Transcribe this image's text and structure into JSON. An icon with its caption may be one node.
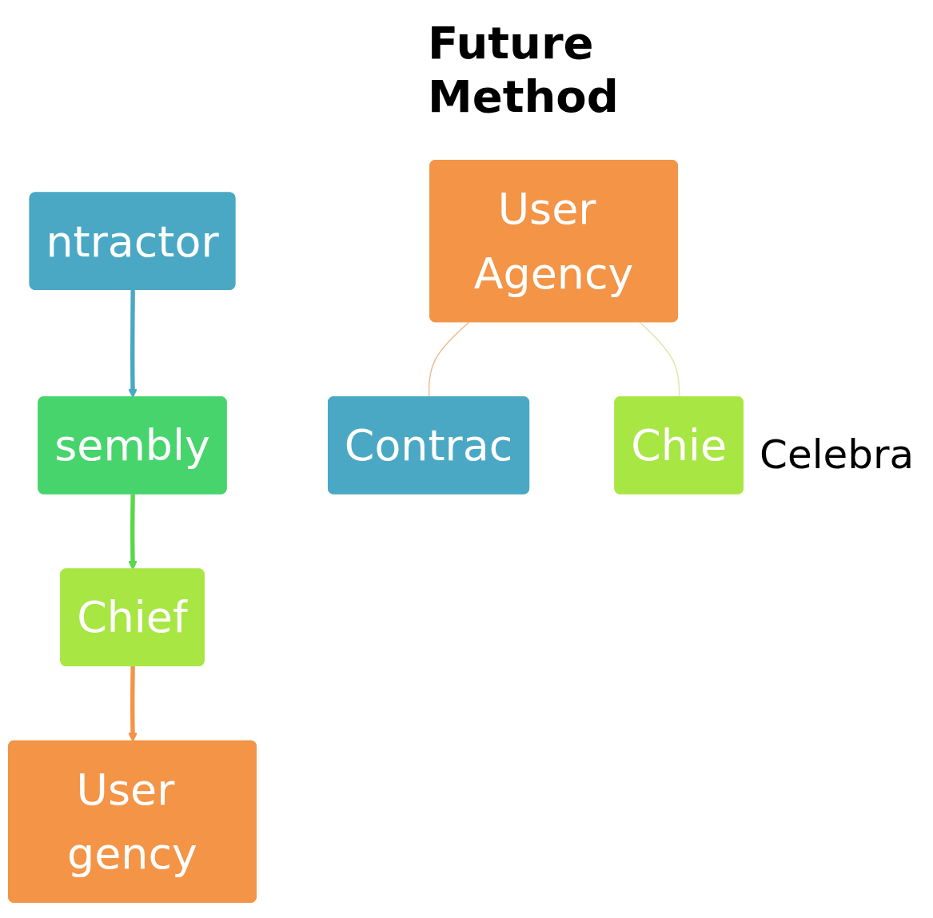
{
  "diagram": {
    "title": "Future Method",
    "nodes": [
      {
        "text": [
          "ntractor"
        ]
      },
      {
        "text": [
          "sembly"
        ]
      },
      {
        "text": [
          "Chief"
        ]
      },
      {
        "text": [
          "User gency"
        ]
      },
      {
        "text": [
          "User Agency"
        ]
      },
      {
        "text": [
          "Contrac"
        ]
      },
      {
        "text": [
          "Chie"
        ]
      }
    ],
    "edges": [
      {
        "from": 0,
        "to": 1,
        "arrow": "to",
        "color": "#4aa8c4"
      },
      {
        "from": 1,
        "to": 2,
        "arrow": "to",
        "color": "#5ad84a"
      },
      {
        "from": 2,
        "to": 3,
        "arrow": "to",
        "color": "#f39447"
      },
      {
        "from": 4,
        "to": 5,
        "arrow": "none",
        "color": "#f2b48a"
      },
      {
        "from": 4,
        "to": 6,
        "arrow": "none",
        "color": "#d8e8a0"
      }
    ],
    "labels": [
      "Celebra"
    ]
  }
}
